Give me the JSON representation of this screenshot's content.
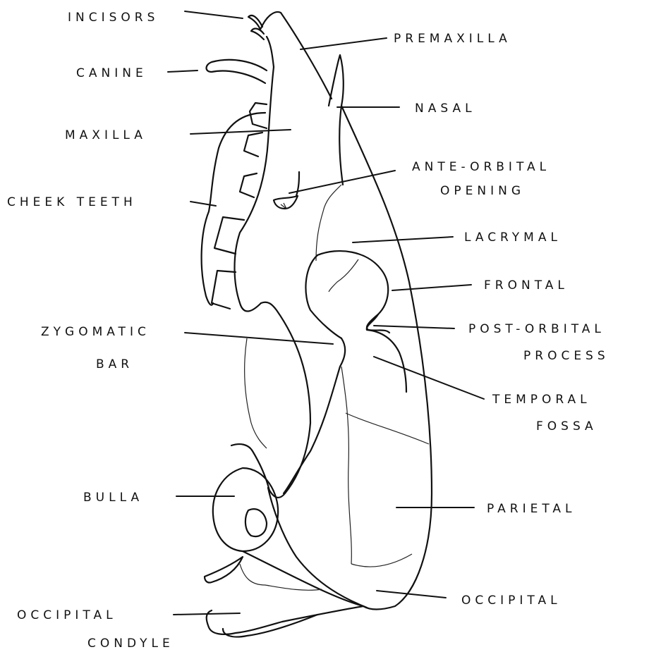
{
  "labels": {
    "incisors": "INCISORS",
    "premaxilla": "PREMAXILLA",
    "canine": "CANINE",
    "nasal": "NASAL",
    "maxilla": "MAXILLA",
    "ante_orbital_1": "ANTE-ORBITAL",
    "ante_orbital_2": "OPENING",
    "cheek_teeth": "CHEEK TEETH",
    "lacrymal": "LACRYMAL",
    "frontal": "FRONTAL",
    "zygomatic_1": "ZYGOMATIC",
    "zygomatic_2": "BAR",
    "post_orbital_1": "POST-ORBITAL",
    "post_orbital_2": "PROCESS",
    "temporal_1": "TEMPORAL",
    "temporal_2": "FOSSA",
    "bulla": "BULLA",
    "parietal": "PARIETAL",
    "occipital": "OCCIPITAL",
    "occipital_condyle_1": "OCCIPITAL",
    "occipital_condyle_2": "CONDYLE"
  },
  "colors": {
    "ink": "#111111",
    "background": "#ffffff"
  }
}
